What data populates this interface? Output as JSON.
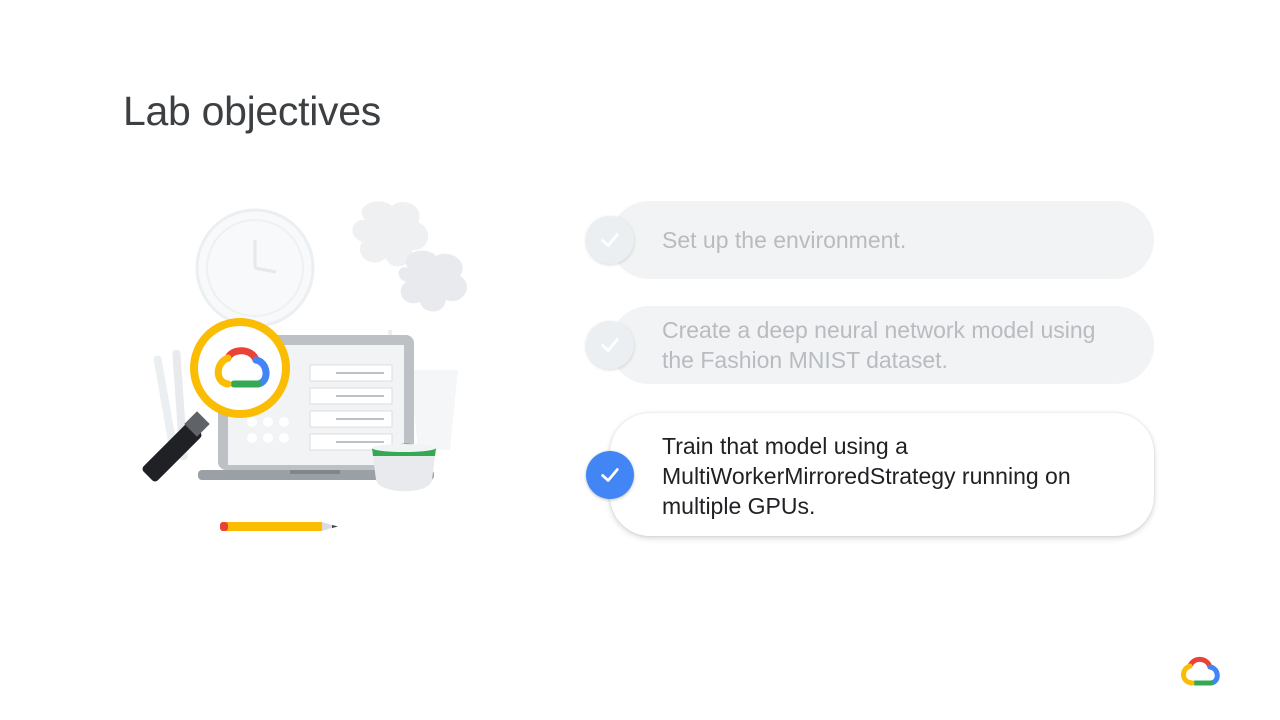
{
  "slide": {
    "title": "Lab objectives"
  },
  "objectives": [
    {
      "text": "Set up the environment.",
      "state": "done"
    },
    {
      "text": "Create a deep neural network model using the Fashion MNIST dataset.",
      "state": "done"
    },
    {
      "text": "Train that model using a MultiWorkerMirroredStrategy running on multiple GPUs.",
      "state": "active"
    }
  ],
  "icons": {
    "check": "checkmark-icon",
    "logo": "google-cloud-logo-icon"
  },
  "colors": {
    "active_check": "#4285f4",
    "title_text": "#3c4043",
    "done_text": "#b8bcc0",
    "active_text": "#202124"
  }
}
